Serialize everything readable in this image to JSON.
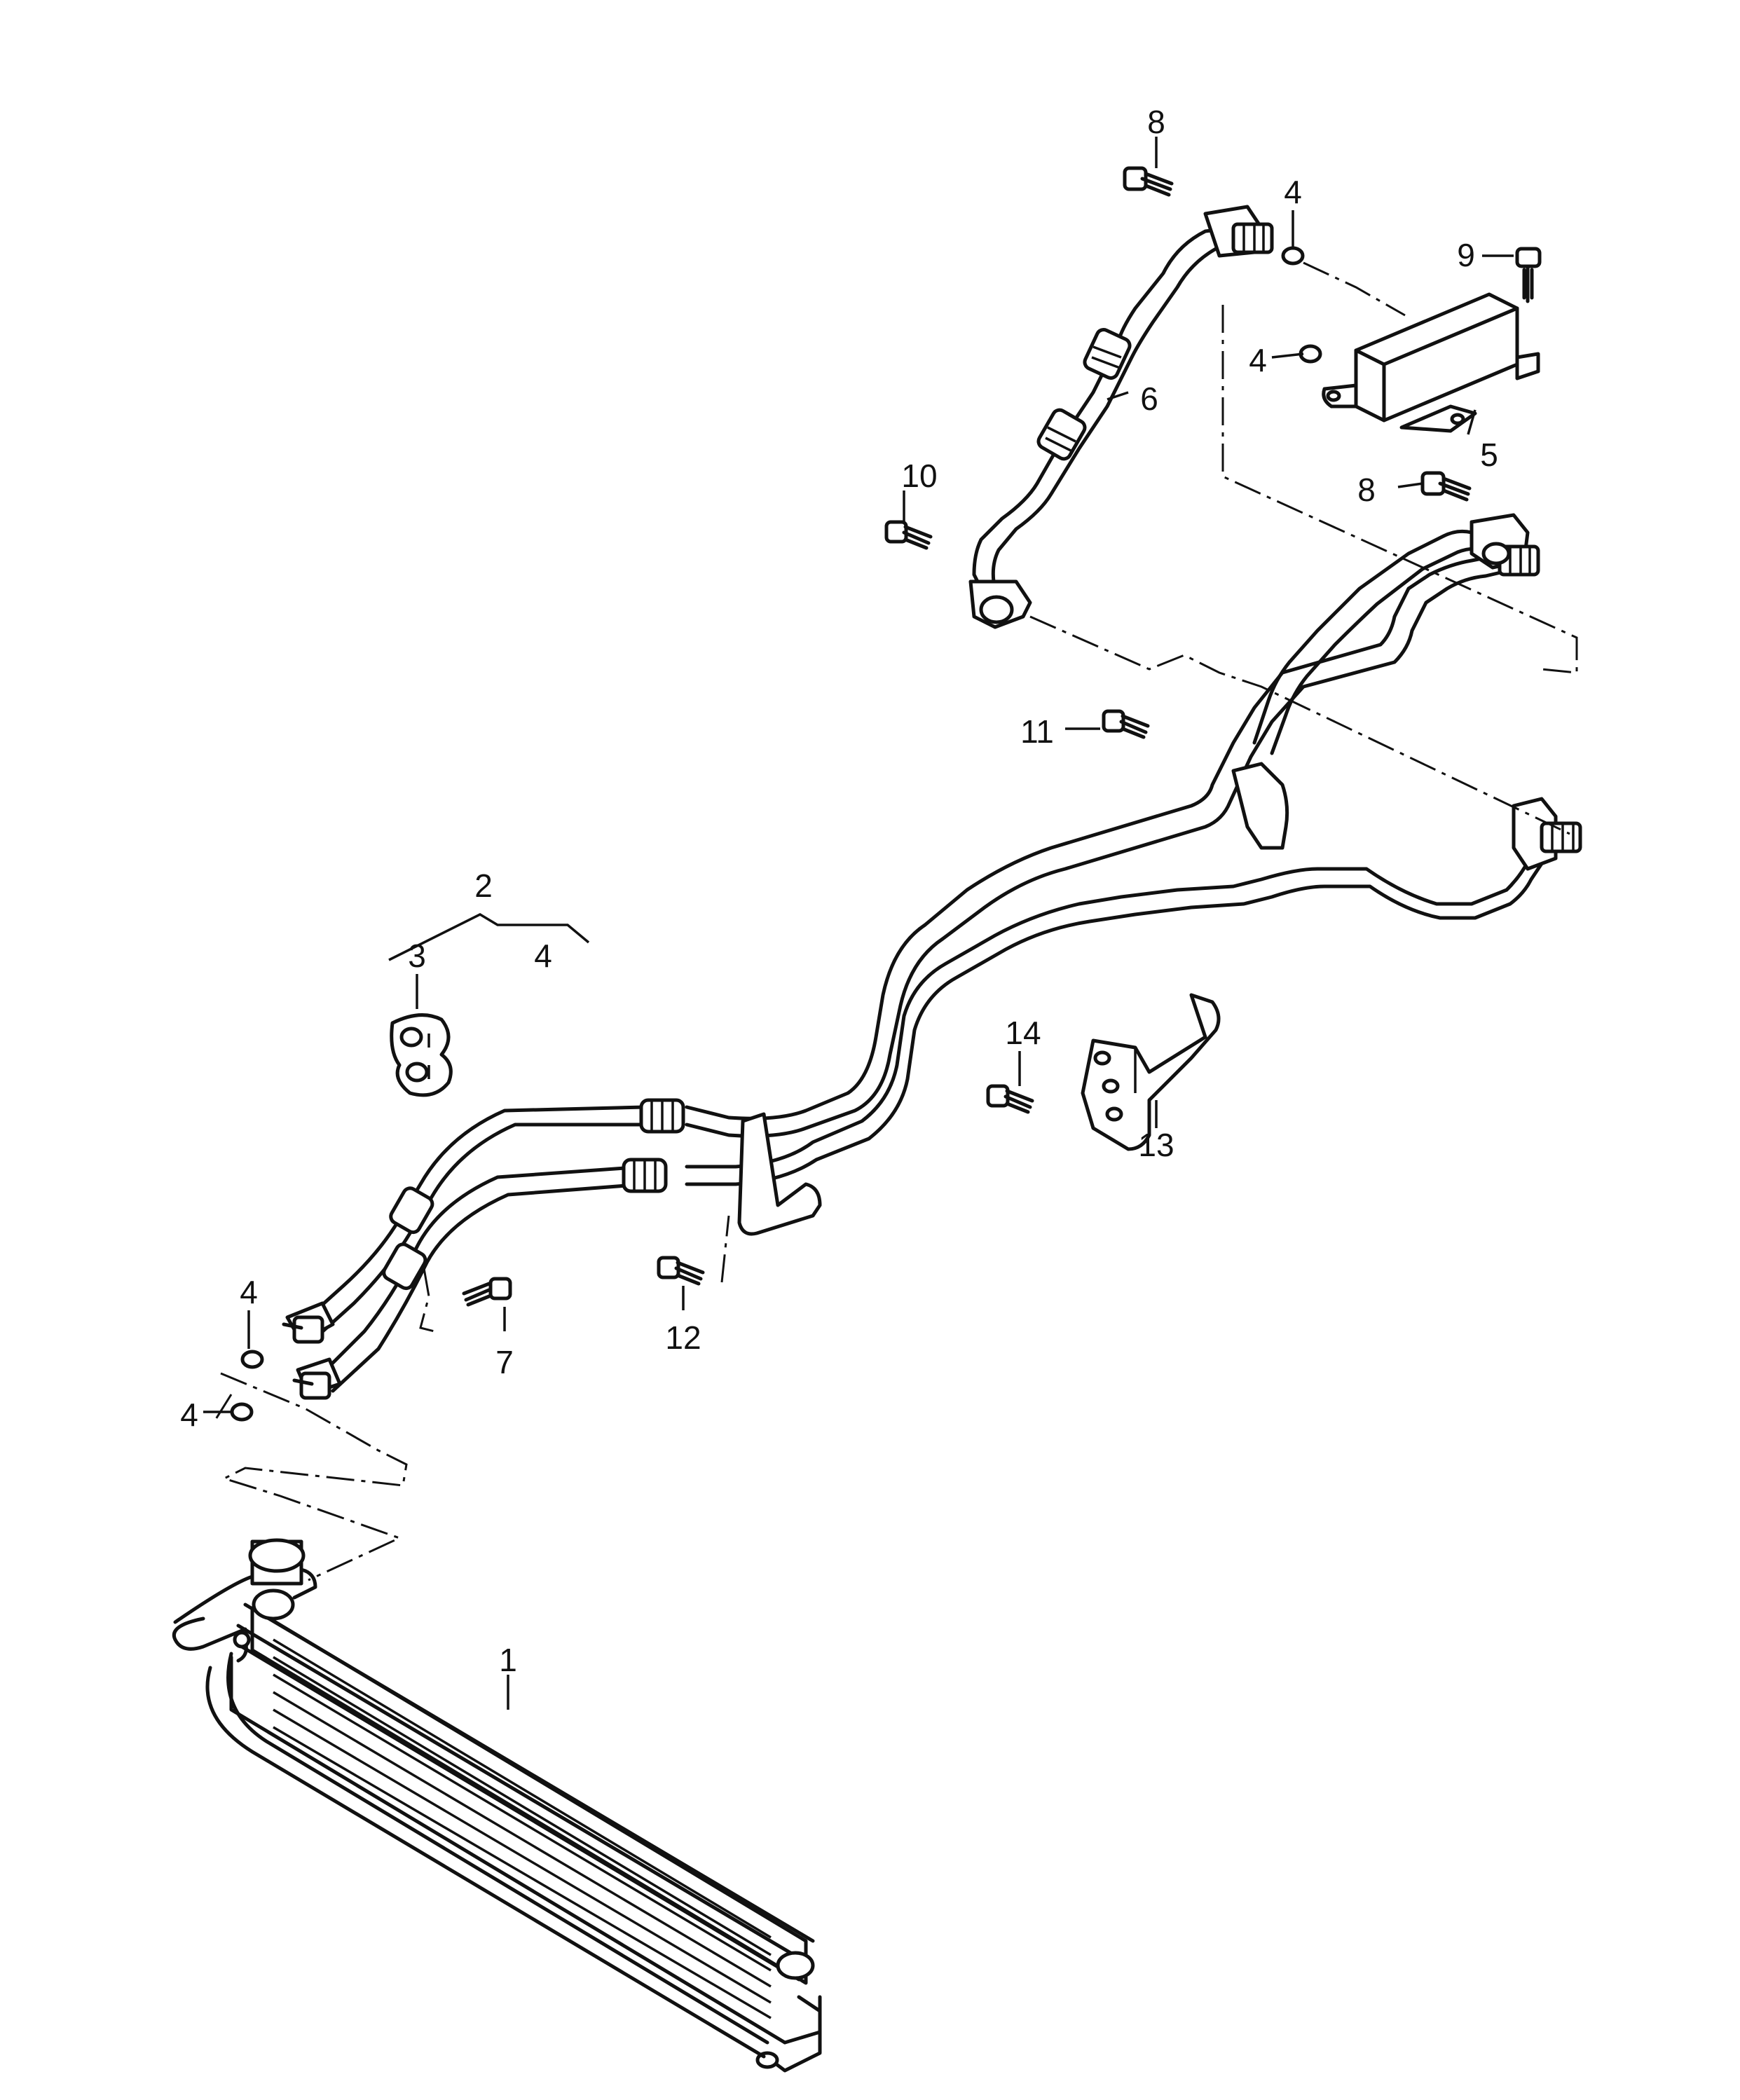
{
  "callouts": {
    "c1": "1",
    "c2": "2",
    "c3": "3",
    "c4_group": "4",
    "c4_seal_top": "4",
    "c4_seal_mid": "4",
    "c4_seal_left_upper": "4",
    "c4_seal_left_lower": "4",
    "c5": "5",
    "c6": "6",
    "c7": "7",
    "c8_top": "8",
    "c8_right": "8",
    "c9": "9",
    "c10": "10",
    "c11": "11",
    "c12": "12",
    "c13": "13",
    "c14": "14"
  }
}
